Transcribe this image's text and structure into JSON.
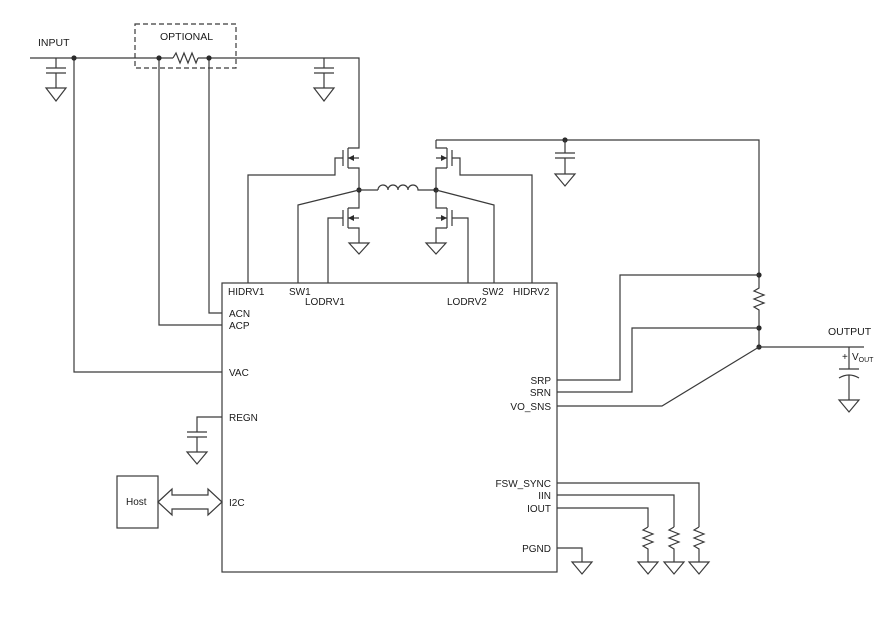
{
  "labels": {
    "input": "INPUT",
    "optional": "OPTIONAL",
    "output": "OUTPUT",
    "vout_plus": "+",
    "vout_v": "V",
    "vout_sub": "OUT",
    "host": "Host"
  },
  "pins": {
    "hidrv1": "HIDRV1",
    "sw1": "SW1",
    "lodrv1": "LODRV1",
    "lodrv2": "LODRV2",
    "sw2": "SW2",
    "hidrv2": "HIDRV2",
    "acn": "ACN",
    "acp": "ACP",
    "vac": "VAC",
    "regn": "REGN",
    "i2c": "I2C",
    "srp": "SRP",
    "srn": "SRN",
    "vo_sns": "VO_SNS",
    "fsw_sync": "FSW_SYNC",
    "iin": "IIN",
    "iout": "IOUT",
    "pgnd": "PGND"
  }
}
